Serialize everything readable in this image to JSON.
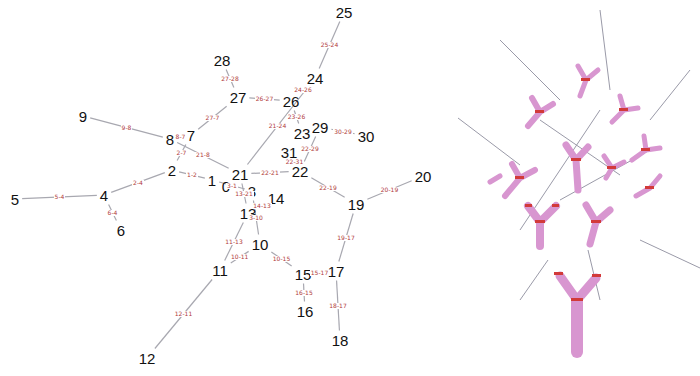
{
  "diagram": {
    "nodes": [
      {
        "text": [
          "0"
        ]
      },
      {
        "text": [
          "1"
        ]
      },
      {
        "text": [
          "2"
        ]
      },
      {
        "text": [
          "3"
        ]
      },
      {
        "text": [
          "4"
        ]
      },
      {
        "text": [
          "5"
        ]
      },
      {
        "text": [
          "6"
        ]
      },
      {
        "text": [
          "7"
        ]
      },
      {
        "text": [
          "8"
        ]
      },
      {
        "text": [
          "9"
        ]
      },
      {
        "text": [
          "10"
        ]
      },
      {
        "text": [
          "11"
        ]
      },
      {
        "text": [
          "12"
        ]
      },
      {
        "text": [
          "13"
        ]
      },
      {
        "text": [
          "14"
        ]
      },
      {
        "text": [
          "15"
        ]
      },
      {
        "text": [
          "16"
        ]
      },
      {
        "text": [
          "17"
        ]
      },
      {
        "text": [
          "18"
        ]
      },
      {
        "text": [
          "19"
        ]
      },
      {
        "text": [
          "20"
        ]
      },
      {
        "text": [
          "21"
        ]
      },
      {
        "text": [
          "22"
        ]
      },
      {
        "text": [
          "23"
        ]
      },
      {
        "text": [
          "24"
        ]
      },
      {
        "text": [
          "25"
        ]
      },
      {
        "text": [
          "26"
        ]
      },
      {
        "text": [
          "27"
        ]
      },
      {
        "text": [
          "28"
        ]
      },
      {
        "text": [
          "29"
        ]
      },
      {
        "text": [
          "30"
        ]
      },
      {
        "text": [
          "31"
        ]
      }
    ],
    "edges": [
      {
        "from": 5,
        "to": 4,
        "arrow": "none",
        "label": "5-4"
      },
      {
        "from": 6,
        "to": 4,
        "arrow": "none",
        "label": "6-4"
      },
      {
        "from": 2,
        "to": 4,
        "arrow": "none",
        "label": "2-4"
      },
      {
        "from": 1,
        "to": 2,
        "arrow": "none",
        "label": "1-2"
      },
      {
        "from": 9,
        "to": 8,
        "arrow": "none",
        "label": "9-8"
      },
      {
        "from": 8,
        "to": 7,
        "arrow": "none",
        "label": "8-7"
      },
      {
        "from": 2,
        "to": 7,
        "arrow": "none",
        "label": "2-7"
      },
      {
        "from": 21,
        "to": 8,
        "arrow": "none",
        "label": "21-8"
      },
      {
        "from": 27,
        "to": 7,
        "arrow": "none",
        "label": "27-7"
      },
      {
        "from": 27,
        "to": 28,
        "arrow": "none",
        "label": "27-28"
      },
      {
        "from": 26,
        "to": 27,
        "arrow": "none",
        "label": "26-27"
      },
      {
        "from": 25,
        "to": 24,
        "arrow": "none",
        "label": "25-24"
      },
      {
        "from": 24,
        "to": 26,
        "arrow": "none",
        "label": "24-26"
      },
      {
        "from": 21,
        "to": 24,
        "arrow": "none",
        "label": "21-24"
      },
      {
        "from": 23,
        "to": 26,
        "arrow": "none",
        "label": "23-26"
      },
      {
        "from": 30,
        "to": 29,
        "arrow": "none",
        "label": "30-29"
      },
      {
        "from": 22,
        "to": 29,
        "arrow": "none",
        "label": "22-29"
      },
      {
        "from": 22,
        "to": 31,
        "arrow": "none",
        "label": "22-31"
      },
      {
        "from": 22,
        "to": 21,
        "arrow": "none",
        "label": "22-21"
      },
      {
        "from": 22,
        "to": 19,
        "arrow": "none",
        "label": "22-19"
      },
      {
        "from": 20,
        "to": 19,
        "arrow": "none",
        "label": "20-19"
      },
      {
        "from": 19,
        "to": 17,
        "arrow": "none",
        "label": "19-17"
      },
      {
        "from": 13,
        "to": 21,
        "arrow": "none",
        "label": "13-21"
      },
      {
        "from": 3,
        "to": 1,
        "arrow": "none",
        "label": "3-1"
      },
      {
        "from": 14,
        "to": 13,
        "arrow": "none",
        "label": "14-13"
      },
      {
        "from": 3,
        "to": 10,
        "arrow": "none",
        "label": "3-10"
      },
      {
        "from": 11,
        "to": 13,
        "arrow": "none",
        "label": "11-13"
      },
      {
        "from": 10,
        "to": 11,
        "arrow": "none",
        "label": "10-11"
      },
      {
        "from": 10,
        "to": 15,
        "arrow": "none",
        "label": "10-15"
      },
      {
        "from": 16,
        "to": 15,
        "arrow": "none",
        "label": "16-15"
      },
      {
        "from": 15,
        "to": 17,
        "arrow": "none",
        "label": "15-17"
      },
      {
        "from": 18,
        "to": 17,
        "arrow": "none",
        "label": "18-17"
      },
      {
        "from": 12,
        "to": 11,
        "arrow": "none",
        "label": "12-11"
      }
    ]
  }
}
